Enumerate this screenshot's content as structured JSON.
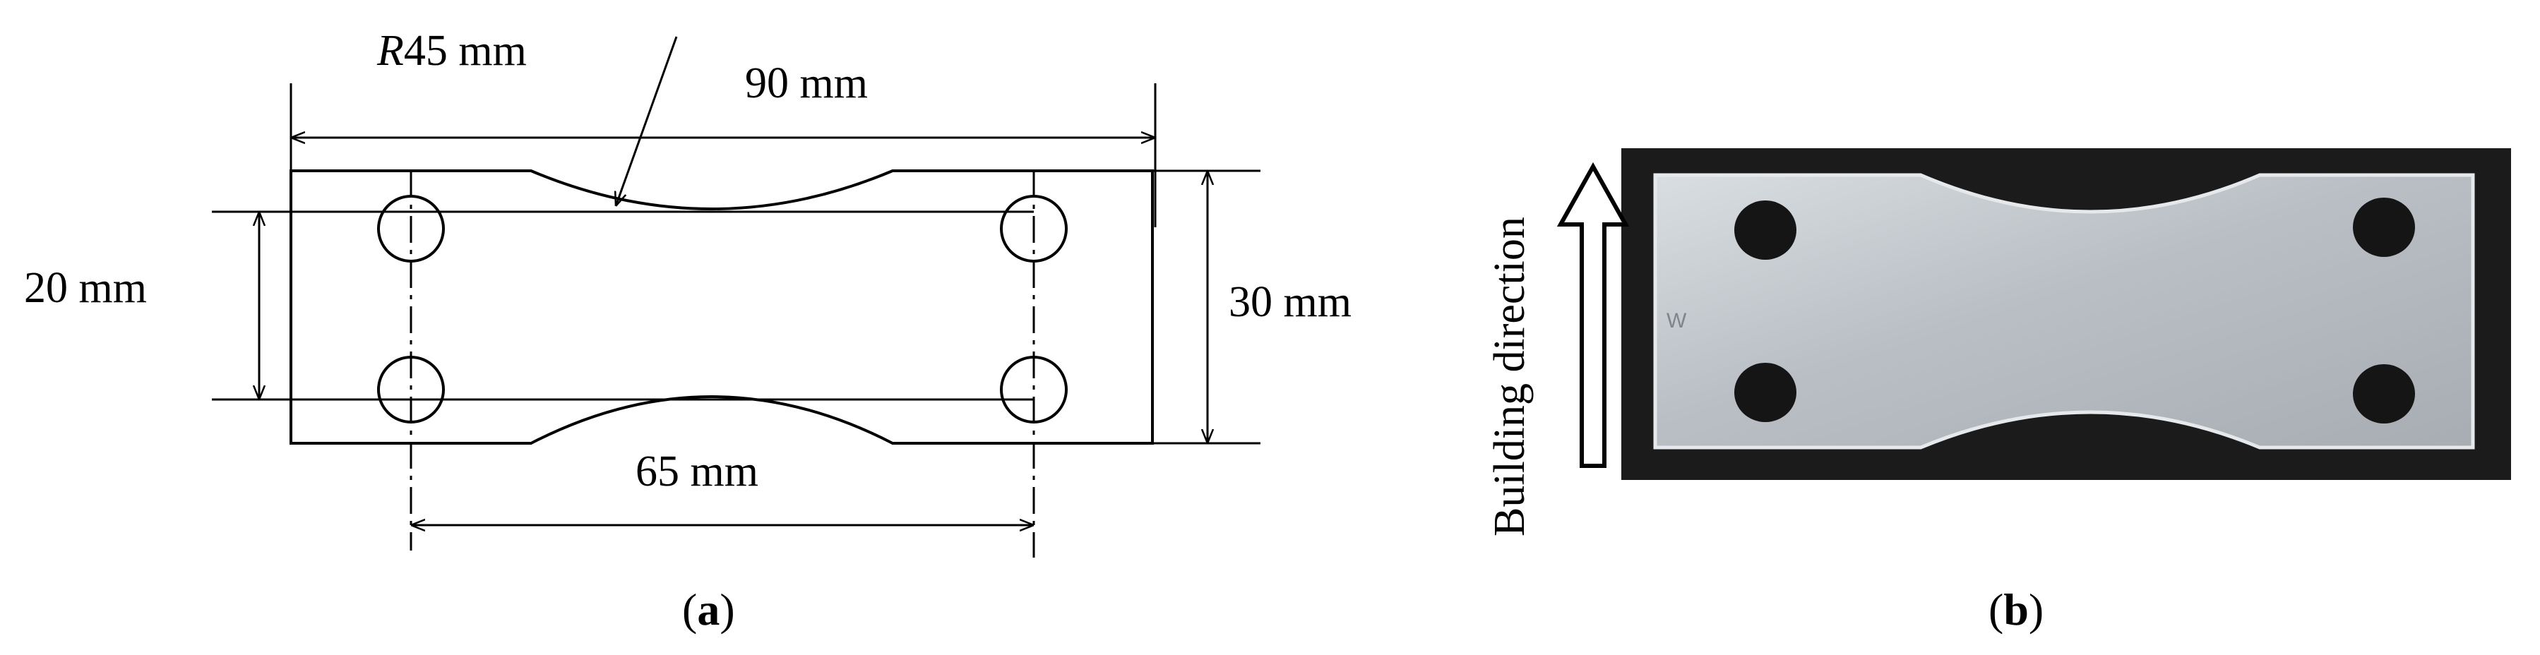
{
  "panel_a": {
    "caption_open": "(",
    "caption_letter": "a",
    "caption_close": ")",
    "radius_italic": "R",
    "radius_value": "45 mm",
    "overall_length": "90 mm",
    "hole_spacing_vertical": "20 mm",
    "width": "30 mm",
    "hole_spacing_horizontal": "65 mm"
  },
  "panel_b": {
    "caption_open": "(",
    "caption_letter": "b",
    "caption_close": ")",
    "direction_label": "Building direction",
    "specimen_mark": "W",
    "photo_background": "#1b1b1b",
    "specimen_color": "#b9bfc4"
  }
}
